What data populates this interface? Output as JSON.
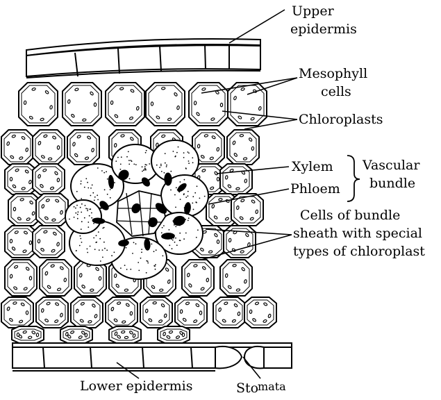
{
  "labels": {
    "upper_epidermis_line1": "Upper",
    "upper_epidermis_line2": "epidermis",
    "mesophyll_line1": "Mesophyll",
    "mesophyll_line2": "cells",
    "chloroplasts": "Chloroplasts",
    "xylem": "Xylem",
    "phloem": "Phloem",
    "vascular_line1": "Vascular",
    "vascular_line2": "bundle",
    "sheath_line1": "Cells of bundle",
    "sheath_line2": "sheath with special",
    "sheath_line3": "types of chloroplast",
    "lower_epidermis": "Lower epidermis",
    "stomata_part1": "Sto",
    "stomata_part2": "mata"
  }
}
